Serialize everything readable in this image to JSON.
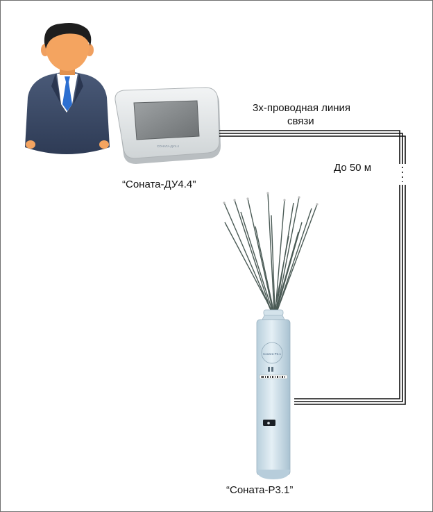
{
  "diagram": {
    "panel_label": "“Соната-ДУ4.4\"",
    "cable_label_line1": "3х-проводная линия",
    "cable_label_line2": "связи",
    "distance_label": "До 50 м",
    "sensor_label": "“Соната-Р3.1”",
    "panel_brand_text": "СОНАТА-ДУ4.4",
    "sensor_brand_text": "Соната-Р3.1"
  },
  "icons": {
    "person": "person-icon",
    "panel": "control-panel-icon",
    "sensor": "sensor-probe-icon"
  },
  "colors": {
    "suit": "#3a4a66",
    "face": "#f4a460",
    "hair": "#1e1e1e",
    "tie": "#2c6fd1",
    "panel_body": "#e6e9ea",
    "panel_screen": "#8a8d8f",
    "sensor_body": "#cfe0ea",
    "cable": "#111111"
  }
}
